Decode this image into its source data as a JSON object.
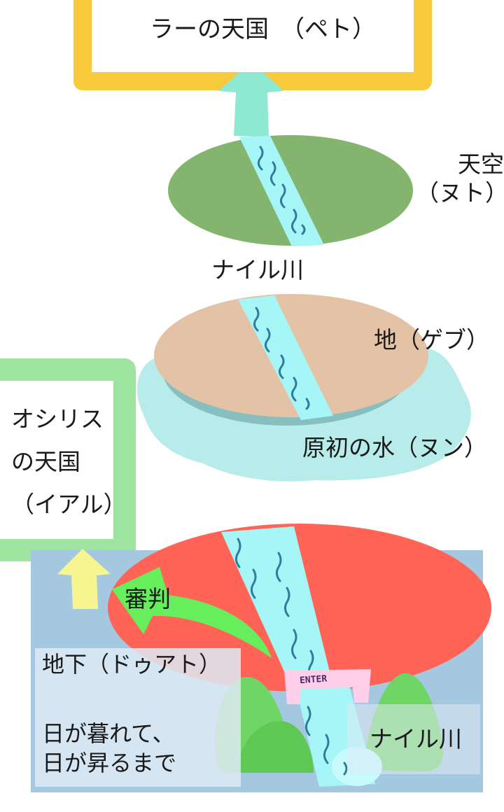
{
  "labels": {
    "ra_heaven": "ラーの天国　（ペト）",
    "sky": "天空\n（ヌト）",
    "nile_upper": "ナイル川",
    "earth": "地（ゲブ）",
    "primordial_water": "原初の水（ヌン）",
    "osiris_heaven": "オシリス\nの天国\n（イアル）",
    "judgment": "審判",
    "duat": "地下（ドゥアト）",
    "sunset_sunrise": "日が暮れて、\n日が昇るまで",
    "nile_lower": "ナイル川",
    "enter_sign": "ENTER"
  },
  "colors": {
    "ra_frame": "#f9c93c",
    "osiris_frame": "#9fe3a0",
    "up_arrow_ra": "#8fe8d2",
    "up_arrow_osiris": "#f7f590",
    "judgment_arrow": "#66ee5c",
    "sky_disc": "#84b56e",
    "earth_disc": "#e4c2a6",
    "earth_disc_rim": "#87bfc0",
    "primordial_water": "#b7ecea",
    "nile": "#a6f6f8",
    "nile_waves": "#2c7e9c",
    "duat_disc": "#ff6457",
    "duat_background": "#a4c8e0",
    "mounds": "#6fd665",
    "enter_gate": "#ffcee8"
  }
}
